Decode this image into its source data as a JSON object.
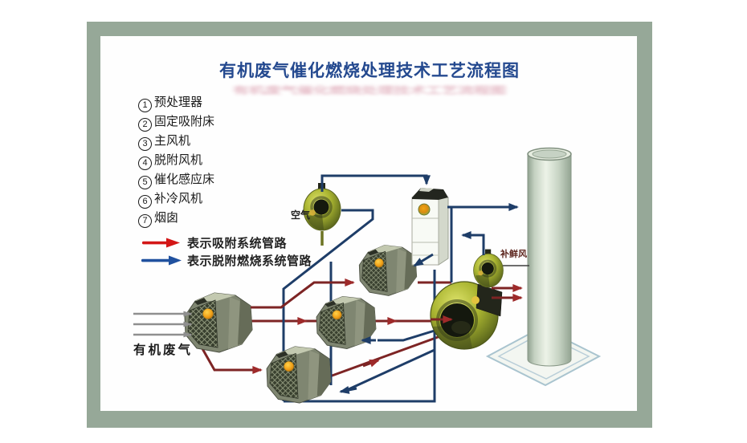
{
  "title": {
    "text": "有机废气催化燃烧处理技术工艺流程图"
  },
  "component_list": {
    "items": [
      {
        "num": "1",
        "label": "预处理器"
      },
      {
        "num": "2",
        "label": "固定吸附床"
      },
      {
        "num": "3",
        "label": "主风机"
      },
      {
        "num": "4",
        "label": "脱附风机"
      },
      {
        "num": "5",
        "label": "催化感应床"
      },
      {
        "num": "6",
        "label": "补冷风机"
      },
      {
        "num": "7",
        "label": "烟囱"
      }
    ]
  },
  "pipe_legend": {
    "adsorption": {
      "label": "表示吸附系统管路",
      "color": "#d31616"
    },
    "desorption": {
      "label": "表示脱附燃烧系统管路",
      "color": "#20519f"
    }
  },
  "diagram_labels": {
    "air": "空气",
    "fresh_air": "补鲜风",
    "waste_gas": "有机废气"
  },
  "colors": {
    "frame": "#96a898",
    "panel": "#fefefe",
    "title_text": "#24498f",
    "adsorption_pipe": "#7d2424",
    "desorption_pipe": "#1e3d68",
    "waste_gas_arrow": "#8f8f8f"
  }
}
